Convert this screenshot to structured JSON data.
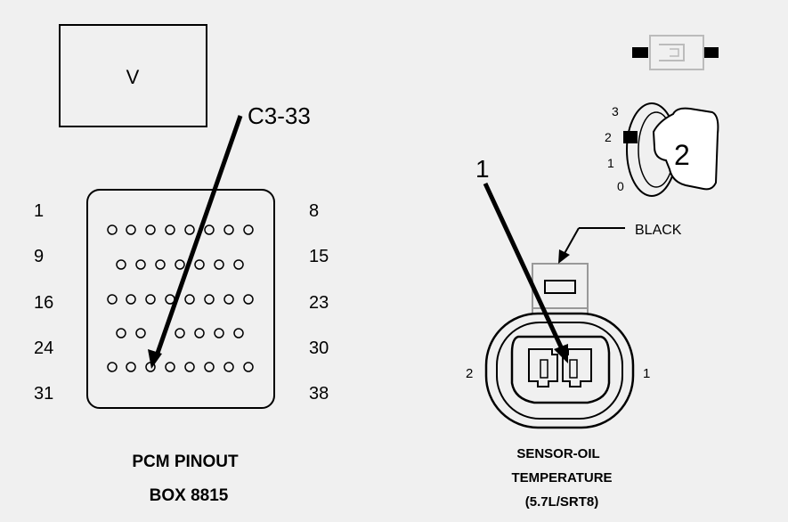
{
  "meter_box": {
    "label": "V"
  },
  "pcm": {
    "callout": "C3-33",
    "left_labels": [
      "1",
      "9",
      "16",
      "24",
      "31"
    ],
    "right_labels": [
      "8",
      "15",
      "23",
      "30",
      "38"
    ],
    "title_line1": "PCM PINOUT",
    "title_line2": "BOX 8815"
  },
  "ignition": {
    "positions": [
      "3",
      "2",
      "1",
      "0"
    ],
    "key_position": "2"
  },
  "sensor": {
    "callout": "1",
    "color_label": "BLACK",
    "pin_left": "2",
    "pin_right": "1",
    "title_line1": "SENSOR-OIL",
    "title_line2": "TEMPERATURE",
    "title_line3": "(5.7L/SRT8)"
  }
}
